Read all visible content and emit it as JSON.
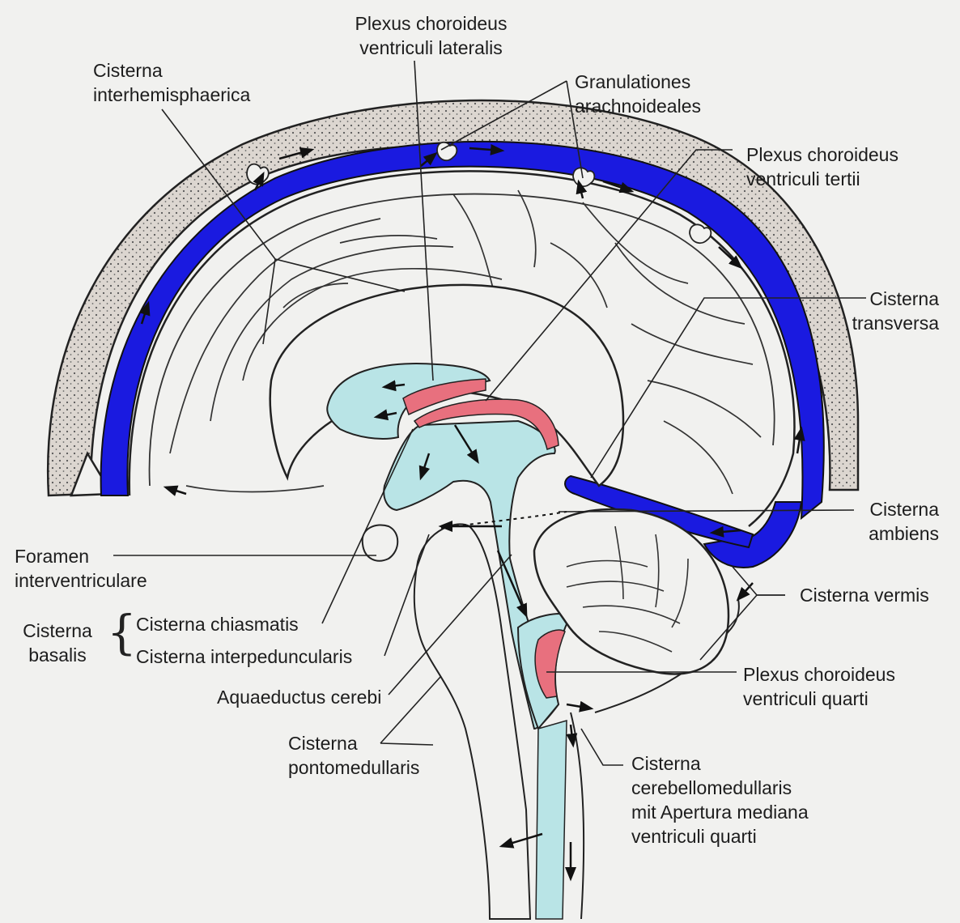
{
  "labels": {
    "plexus_lateralis": [
      "Plexus choroideus",
      "ventriculi lateralis"
    ],
    "cisterna_interhemisphaerica": [
      "Cisterna",
      "interhemisphaerica"
    ],
    "granulationes": [
      "Granulationes",
      "arachnoideales"
    ],
    "plexus_tertii": [
      "Plexus choroideus",
      "ventriculi tertii"
    ],
    "cisterna_transversa": [
      "Cisterna",
      "transversa"
    ],
    "cisterna_ambiens": [
      "Cisterna",
      "ambiens"
    ],
    "cisterna_vermis": "Cisterna vermis",
    "foramen": [
      "Foramen",
      "interventriculare"
    ],
    "cisterna_basalis": [
      "Cisterna",
      "basalis"
    ],
    "cisterna_chiasmatis": "Cisterna chiasmatis",
    "cisterna_interpeduncularis": "Cisterna interpeduncularis",
    "aquaeductus": "Aquaeductus cerebi",
    "plexus_quarti": [
      "Plexus choroideus",
      "ventriculi quarti"
    ],
    "cisterna_pontomedullaris": [
      "Cisterna",
      "pontomedullaris"
    ],
    "cisterna_cerebellomedullaris": [
      "Cisterna",
      "cerebellomedullaris",
      "mit Apertura mediana",
      "ventriculi quarti"
    ]
  },
  "colors": {
    "background": "#f1f1ef",
    "venous_sinus": "#1a1ae0",
    "csf_ventricles": "#b9e4e6",
    "choroid_plexus": "#e8707e",
    "bone": "#dcd6d0",
    "outline": "#1d1d1d"
  }
}
